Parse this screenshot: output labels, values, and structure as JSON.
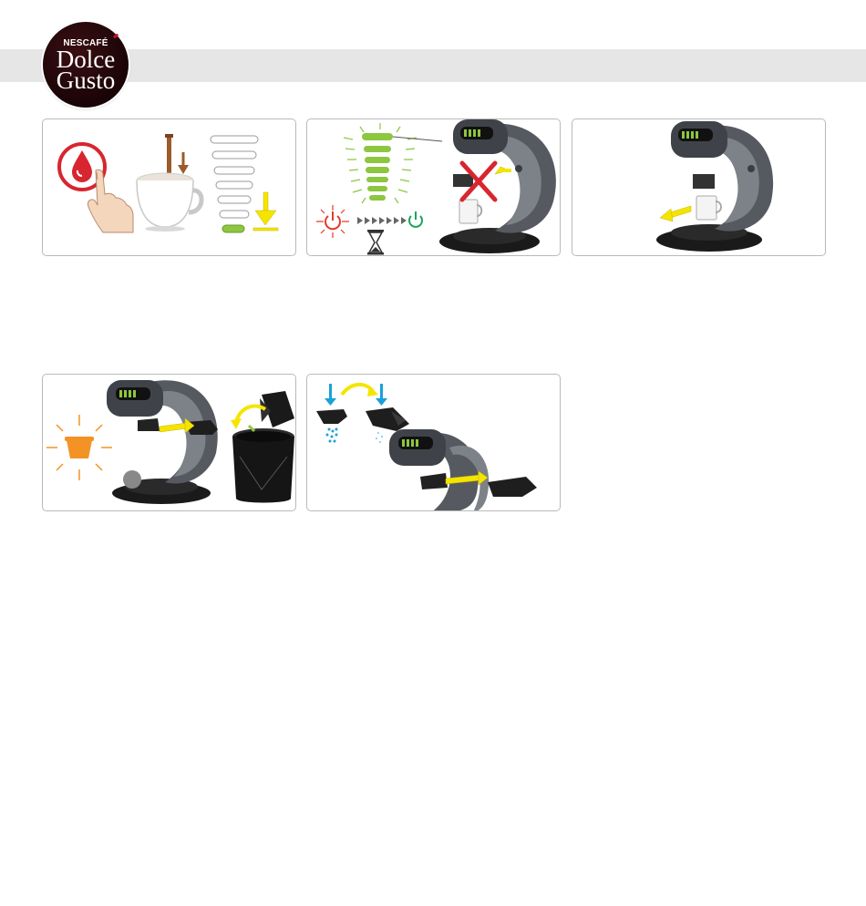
{
  "header": {
    "logo": {
      "brand": "NESCAFÉ",
      "line1": "Dolce",
      "line2": "Gusto"
    }
  },
  "colors": {
    "header_band": "#e6e6e6",
    "logo_bg": "#1a0406",
    "water_red": "#d7262f",
    "led_green": "#8dc63f",
    "arrow_yellow": "#f5e400",
    "power_red": "#e23a2b",
    "power_green": "#18a65b",
    "warning_orange": "#f39325",
    "water_blue": "#1aa1d8",
    "stick_brown": "#9b5b2a"
  },
  "panels": [
    {
      "name": "step-refill-water",
      "icons": [
        "water-drop-icon",
        "finger-press-icon",
        "cup-stirrer-icon",
        "water-level-indicator-icon",
        "yellow-down-arrow-icon"
      ]
    },
    {
      "name": "step-standby-do-not-remove",
      "icons": [
        "blinking-led-bar-icon",
        "power-red-icon",
        "progress-arrows-icon",
        "power-green-icon",
        "hourglass-icon",
        "cross-icon",
        "coffee-machine-icon"
      ]
    },
    {
      "name": "step-remove-cup",
      "icons": [
        "coffee-machine-icon",
        "yellow-left-arrow-icon"
      ]
    },
    {
      "name": "step-empty-capsule",
      "icons": [
        "capsule-warning-icon",
        "coffee-machine-icon",
        "trash-bin-icon",
        "capsule-icon"
      ]
    },
    {
      "name": "step-rinse-holder",
      "icons": [
        "blue-down-arrow-icon",
        "capsule-holder-icon",
        "yellow-curve-arrow-icon",
        "coffee-machine-icon"
      ]
    }
  ]
}
